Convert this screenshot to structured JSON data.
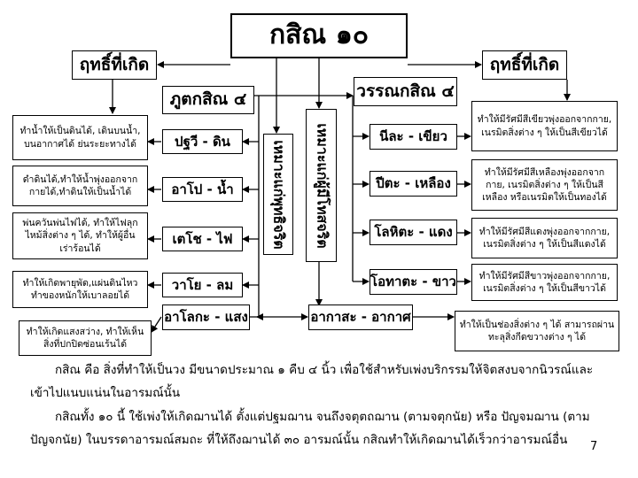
{
  "title": "กสิณ ๑๐",
  "left_header": "ฤทธิ์ที่เกิด",
  "right_header": "ฤทธิ์ที่เกิด",
  "left_group": {
    "title": "ภูตกสิณ ๔",
    "vertical": "เหมาะแก่พุทธิจริต",
    "items": [
      {
        "label": "ปฐวี - ดิน",
        "desc": "ทำน้ำให้เป็นดินได้, เดินบนน้ำ, บนอากาศได้ ย่นระยะทางได้"
      },
      {
        "label": "อาโป - น้ำ",
        "desc": "ดำดินได้,ทำให้น้ำพุ่งออกจากกายได้,ทำดินให้เป็นน้ำได้"
      },
      {
        "label": "เตโช - ไฟ",
        "desc": "พ่นควันพ่นไฟได้, ทำให้ไฟลุกไหม้สิ่งต่าง ๆ ได้, ทำให้ผู้อื่นเร่าร้อนได้"
      },
      {
        "label": "วาโย - ลม",
        "desc": "ทำให้เกิดพายุพัด,แผ่นดินไหว ทำของหนักให้เบาลอยได้"
      },
      {
        "label": "อาโลกะ - แสง",
        "desc": "ทำให้เกิดแสงสว่าง, ทำให้เห็นสิ่งที่ปกปิดซ่อนเร้นได้"
      }
    ]
  },
  "right_group": {
    "title": "วรรณกสิณ ๔",
    "vertical": "เหมาะแก่ผู้มีโทสจริต",
    "items": [
      {
        "label": "นีละ - เขียว",
        "desc": "ทำให้มีรัศมีสีเขียวพุ่งออกจากกาย, เนรมิตสิ่งต่าง ๆ ให้เป็นสีเขียวได้"
      },
      {
        "label": "ปีตะ - เหลือง",
        "desc": "ทำให้มีรัศมีสีเหลืองพุ่งออกจากกาย, เนรมิตสิ่งต่าง ๆ ให้เป็นสีเหลือง หรือเนรมิตให้เป็นทองได้"
      },
      {
        "label": "โลหิตะ - แดง",
        "desc": "ทำให้มีรัศมีสีแดงพุ่งออกจากกาย, เนรมิตสิ่งต่าง ๆ ให้เป็นสีแดงได้"
      },
      {
        "label": "โอทาตะ - ขาว",
        "desc": "ทำให้มีรัศมีสีขาวพุ่งออกจากกาย, เนรมิตสิ่งต่าง ๆ ให้เป็นสีขาวได้"
      },
      {
        "label": "อากาสะ - อากาศ",
        "desc": "ทำให้เป็นช่องสิ่งต่าง ๆ ได้ สามารถผ่านทะลุสิ่งกีดขวางต่าง ๆ ได้"
      }
    ]
  },
  "paragraph1": "กสิณ คือ สิ่งที่ทำให้เป็นวง มีขนาดประมาณ ๑ คืบ ๔ นิ้ว เพื่อใช้สำหรับเพ่งบริกรรมให้จิตสงบจากนิวรณ์และเข้าไปแนบแน่นในอารมณ์นั้น",
  "paragraph2": "กสิณทั้ง ๑๐ นี้ ใช้เพ่งให้เกิดฌานได้ ตั้งแต่ปฐมฌาน จนถึงจตุตถฌาน (ตามจตุกนัย) หรือ ปัญจมฌาน (ตามปัญจกนัย) ในบรรดาอารมณ์สมถะ ที่ให้ถึงฌานได้ ๓๐ อารมณ์นั้น กสิณทำให้เกิดฌานได้เร็วกว่าอารมณ์อื่น",
  "page_number": "7"
}
